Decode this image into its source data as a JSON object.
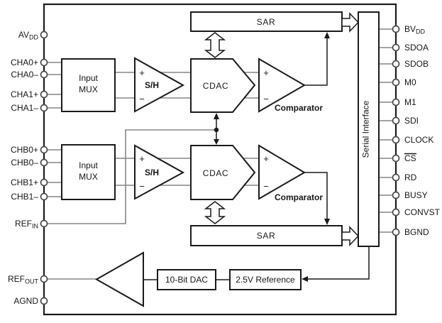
{
  "blocks": {
    "mux_line1": "Input",
    "mux_line2": "MUX",
    "sh": "S/H",
    "cdac": "CDAC",
    "comparator": "Comparator",
    "sar": "SAR",
    "serial_interface": "Serial Interface",
    "dac": "10-Bit DAC",
    "reference": "2.5V Reference",
    "plus": "+",
    "minus": "−"
  },
  "pins": {
    "left": [
      {
        "label": "AV",
        "sub": "DD"
      },
      {
        "label": "CHA0+"
      },
      {
        "label": "CHA0–"
      },
      {
        "label": "CHA1+"
      },
      {
        "label": "CHA1–"
      },
      {
        "label": "CHB0+"
      },
      {
        "label": "CHB0–"
      },
      {
        "label": "CHB1+"
      },
      {
        "label": "CHB1–"
      },
      {
        "label": "REF",
        "sub": "IN"
      },
      {
        "label": "REF",
        "sub": "OUT"
      },
      {
        "label": "AGND"
      }
    ],
    "right": [
      {
        "label": "BV",
        "sub": "DD"
      },
      {
        "label": "SDOA"
      },
      {
        "label": "SDOB"
      },
      {
        "label": "M0"
      },
      {
        "label": "M1"
      },
      {
        "label": "SDI"
      },
      {
        "label": "CLOCK"
      },
      {
        "label": "CS",
        "overline": true
      },
      {
        "label": "RD"
      },
      {
        "label": "BUSY"
      },
      {
        "label": "CONVST"
      },
      {
        "label": "BGND"
      }
    ]
  },
  "colors": {
    "wire": "#858585",
    "line": "#1a1a1a",
    "text": "#161616",
    "background": "#ffffff"
  }
}
